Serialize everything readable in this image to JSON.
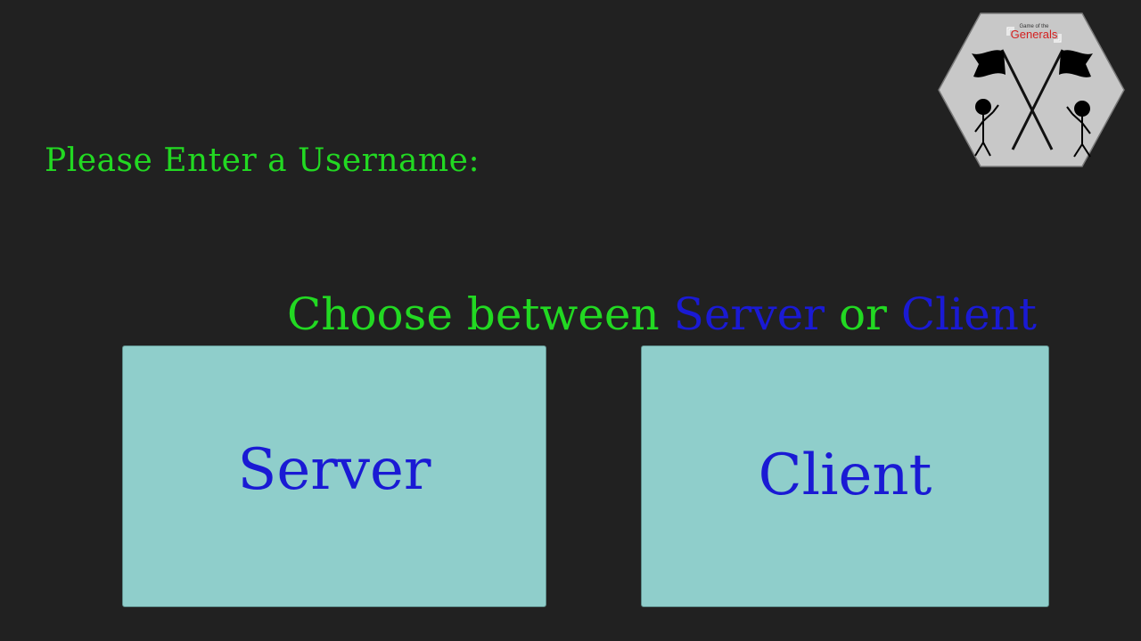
{
  "username_prompt": "Please Enter a Username:",
  "heading": {
    "part1": "Choose between ",
    "server_word": "Server",
    "part2": " or ",
    "client_word": "Client"
  },
  "buttons": {
    "server_label": "Server",
    "client_label": "Client"
  },
  "logo": {
    "line1": "Game of the",
    "line2": "Generals"
  },
  "colors": {
    "background": "#212121",
    "prompt_green": "#22d922",
    "accent_blue": "#1a1ad4",
    "button_fill": "#8fcecb",
    "logo_red": "#d42020"
  }
}
